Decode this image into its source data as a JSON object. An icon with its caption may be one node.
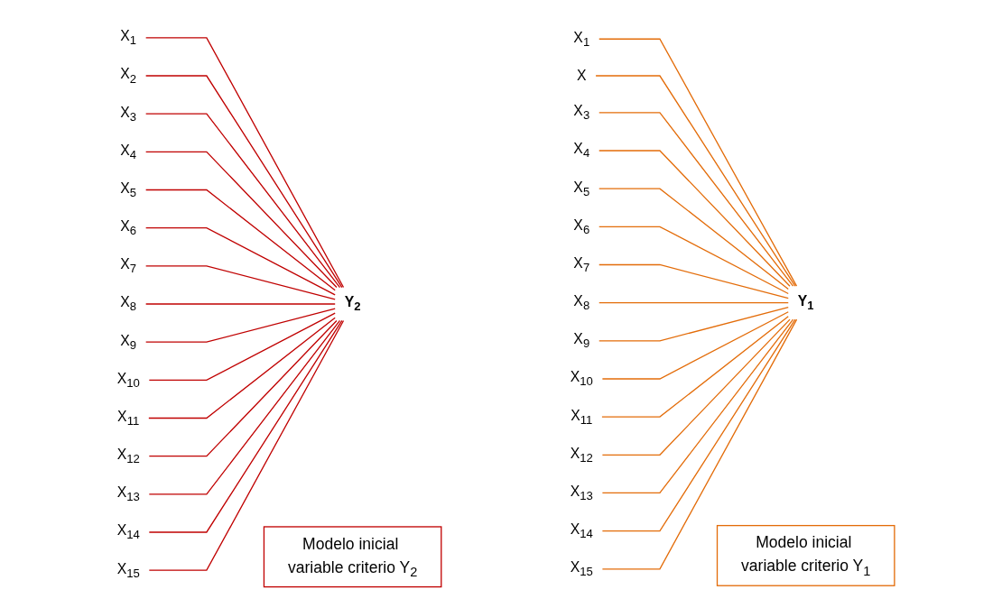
{
  "diagram": {
    "nodes": [
      {
        "text": [
          "X$_{1}$"
        ]
      },
      {
        "text": [
          "X"
        ]
      },
      {
        "text": [
          "X$_{3}$"
        ]
      },
      {
        "text": [
          "X$_{4}$"
        ]
      },
      {
        "text": [
          "X$_{5}$"
        ]
      },
      {
        "text": [
          "X$_{6}$"
        ]
      },
      {
        "text": [
          "X$_{7}$"
        ]
      },
      {
        "text": [
          "X$_{8}$"
        ]
      },
      {
        "text": [
          "X$_{9}$"
        ]
      },
      {
        "text": [
          "X$_{10}$"
        ]
      },
      {
        "text": [
          "X$_{11}$"
        ]
      },
      {
        "text": [
          "X$_{12}$"
        ]
      },
      {
        "text": [
          "X$_{13}$"
        ]
      },
      {
        "text": [
          "X$_{14}$"
        ]
      },
      {
        "text": [
          "X$_{15}$"
        ]
      },
      {
        "text": [
          "Modelo inicial variable criterio Y$_{1}$"
        ]
      },
      {
        "text": [
          "Y$_{1}$"
        ]
      },
      {
        "text": [
          "X$_{1}$"
        ]
      },
      {
        "text": [
          "X$_{2}$"
        ]
      },
      {
        "text": [
          "X$_{3}$"
        ]
      },
      {
        "text": [
          "X$_{4}$"
        ]
      },
      {
        "text": [
          "X$_{5}$"
        ]
      },
      {
        "text": [
          "X$_{6}$"
        ]
      },
      {
        "text": [
          "X$_{7}$"
        ]
      },
      {
        "text": [
          "X$_{8}$"
        ]
      },
      {
        "text": [
          "X$_{9}$"
        ]
      },
      {
        "text": [
          "X$_{10}$"
        ]
      },
      {
        "text": [
          "X$_{11}$"
        ]
      },
      {
        "text": [
          "X$_{12}$"
        ]
      },
      {
        "text": [
          "X$_{13}$"
        ]
      },
      {
        "text": [
          "X$_{14}$"
        ]
      },
      {
        "text": [
          "X$_{15}$"
        ]
      },
      {
        "text": [
          "Modelo inicial variable criterio Y$_{2}$"
        ]
      },
      {
        "text": [
          "Y$_{2}$"
        ]
      }
    ],
    "edges": [
      {
        "from": 0,
        "to": 16,
        "arrow": "none",
        "color": "#e36c09"
      },
      {
        "from": 1,
        "to": 16,
        "arrow": "none",
        "color": "#e36c09"
      },
      {
        "from": 2,
        "to": 16,
        "arrow": "none",
        "color": "#e36c09"
      },
      {
        "from": 3,
        "to": 16,
        "arrow": "none",
        "color": "#e36c09"
      },
      {
        "from": 4,
        "to": 16,
        "arrow": "none",
        "color": "#e36c09"
      },
      {
        "from": 5,
        "to": 16,
        "arrow": "none",
        "color": "#e36c09"
      },
      {
        "from": 6,
        "to": 16,
        "arrow": "none",
        "color": "#e36c09"
      },
      {
        "from": 7,
        "to": 16,
        "arrow": "none",
        "color": "#e36c09"
      },
      {
        "from": 8,
        "to": 16,
        "arrow": "none",
        "color": "#e36c09"
      },
      {
        "from": 9,
        "to": 16,
        "arrow": "none",
        "color": "#e36c09"
      },
      {
        "from": 10,
        "to": 16,
        "arrow": "none",
        "color": "#e36c09"
      },
      {
        "from": 11,
        "to": 16,
        "arrow": "none",
        "color": "#e36c09"
      },
      {
        "from": 12,
        "to": 16,
        "arrow": "none",
        "color": "#e36c09"
      },
      {
        "from": 13,
        "to": 16,
        "arrow": "none",
        "color": "#e36c09"
      },
      {
        "from": 14,
        "to": 16,
        "arrow": "none",
        "color": "#e36c09"
      },
      {
        "from": 17,
        "to": 33,
        "arrow": "none",
        "color": "#c00000"
      },
      {
        "from": 18,
        "to": 33,
        "arrow": "none",
        "color": "#c00000"
      },
      {
        "from": 19,
        "to": 33,
        "arrow": "none",
        "color": "#c00000"
      },
      {
        "from": 20,
        "to": 33,
        "arrow": "none",
        "color": "#c00000"
      },
      {
        "from": 21,
        "to": 33,
        "arrow": "none",
        "color": "#c00000"
      },
      {
        "from": 22,
        "to": 33,
        "arrow": "none",
        "color": "#c00000"
      },
      {
        "from": 23,
        "to": 33,
        "arrow": "none",
        "color": "#c00000"
      },
      {
        "from": 24,
        "to": 33,
        "arrow": "none",
        "color": "#c00000"
      },
      {
        "from": 25,
        "to": 33,
        "arrow": "none",
        "color": "#c00000"
      },
      {
        "from": 26,
        "to": 33,
        "arrow": "none",
        "color": "#c00000"
      },
      {
        "from": 27,
        "to": 33,
        "arrow": "none",
        "color": "#c00000"
      },
      {
        "from": 28,
        "to": 33,
        "arrow": "none",
        "color": "#c00000"
      },
      {
        "from": 29,
        "to": 33,
        "arrow": "none",
        "color": "#c00000"
      },
      {
        "from": 30,
        "to": 33,
        "arrow": "none",
        "color": "#c00000"
      },
      {
        "from": 31,
        "to": 33,
        "arrow": "none",
        "color": "#c00000"
      }
    ]
  }
}
